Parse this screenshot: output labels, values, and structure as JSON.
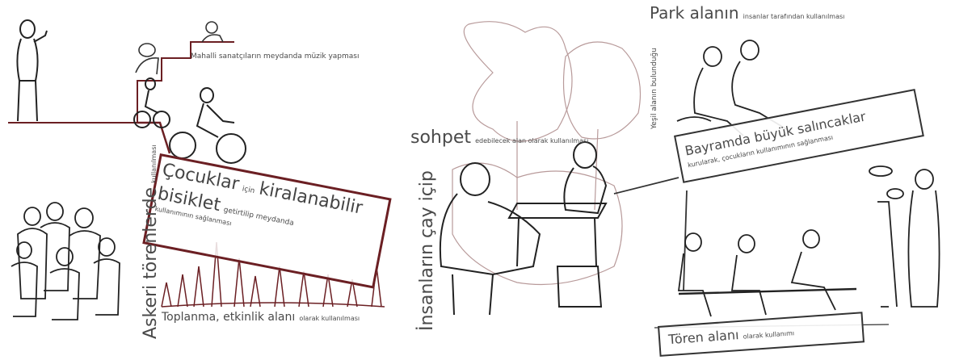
{
  "labels": {
    "music_main": "Mahalli sanatçıların meydanda müzik yapması",
    "kids_line1_big": "Çocuklar",
    "kids_line1_small": "için",
    "kids_line1_big2": "kiralanabilir",
    "kids_line2_big": "bisiklet",
    "kids_line2_small": "getirtilip meydanda",
    "kids_line3_small": "kullanımının sağlanması",
    "military_big": "Askeri törenlerde",
    "military_small": "kullanılması",
    "gathering_big": "Toplanma, etkinlik alanı",
    "gathering_small": "olarak kullanılması",
    "sohpet_big": "sohpet",
    "sohpet_small": "edebilecek alan olarak kullanılması",
    "tea_big": "İnsanların çay içip",
    "park_big": "Park alanın",
    "park_small": "insanlar tarafından kullanılması",
    "green_small": "Yeşil alanın bulunduğu",
    "swing_big": "Bayramda büyük salıncaklar",
    "swing_small": "kurularak, çocukların kullanımının sağlanması",
    "ceremony_big": "Tören alanı",
    "ceremony_small": "olarak kullanımı"
  },
  "colors": {
    "accent": "#6b1f23",
    "ink": "#2e2e2e",
    "tree": "#b89a9a"
  }
}
